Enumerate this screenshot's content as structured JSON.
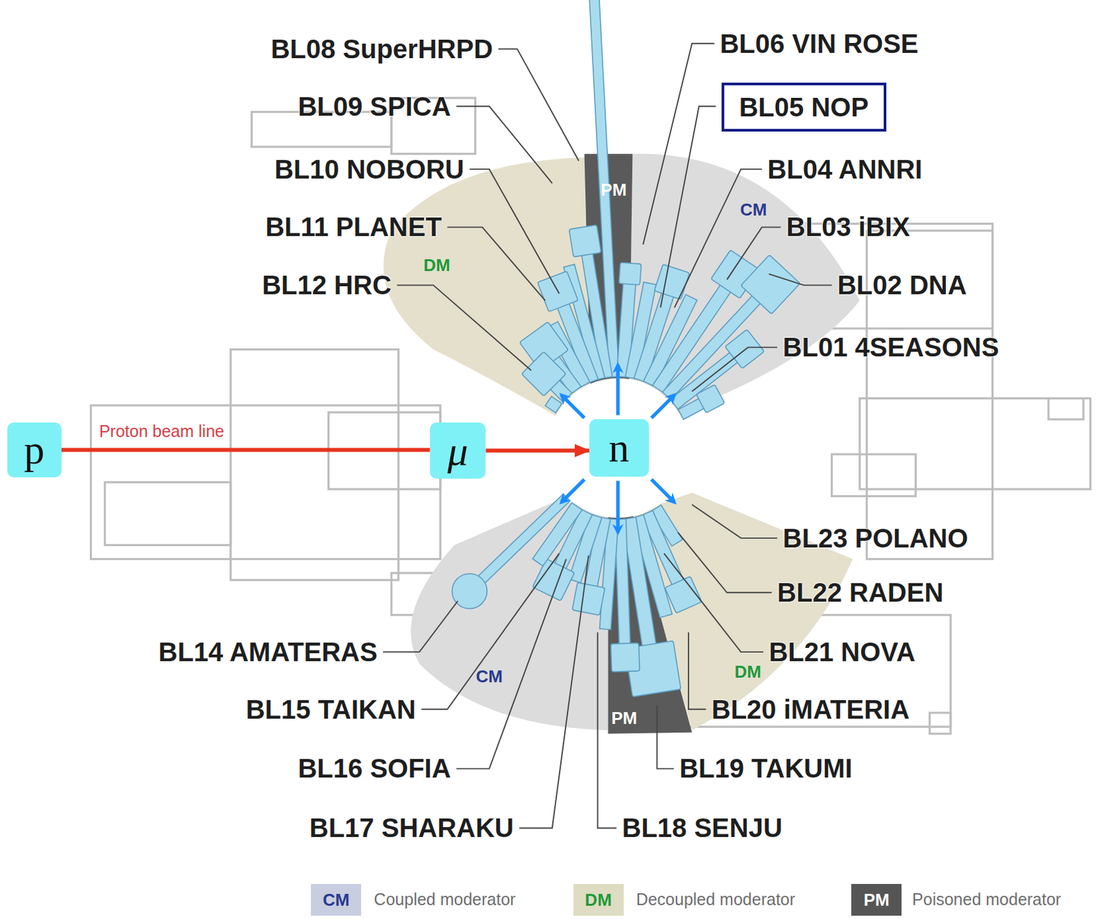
{
  "diagram": {
    "nodes": [
      {
        "text": [
          "BL05 NOP"
        ]
      },
      {
        "text": [
          "p"
        ]
      },
      {
        "text": [
          "μ"
        ]
      },
      {
        "text": [
          "n"
        ]
      }
    ],
    "edges": [
      {
        "from": 1,
        "to": 2,
        "arrow": "none"
      },
      {
        "from": 2,
        "to": 3,
        "arrow": "to"
      }
    ],
    "labels": [
      "BL08 SuperHRPD",
      "BL09 SPICA",
      "BL10 NOBORU",
      "BL11 PLANET",
      "BL12 HRC",
      "BL06 VIN ROSE",
      "BL04 ANNRI",
      "BL03 iBIX",
      "BL02 DNA",
      "BL01 4SEASONS",
      "PM",
      "CM",
      "DM",
      "Proton beam line",
      "BL23 POLANO",
      "BL22 RADEN",
      "BL21 NOVA",
      "BL20 iMATERIA",
      "BL19 TAKUMI",
      "BL18 SENJU",
      "BL17 SHARAKU",
      "BL16 SOFIA",
      "BL15 TAIKAN",
      "BL14 AMATERAS",
      "CM",
      "PM",
      "DM",
      "CM",
      "DM",
      "PM"
    ],
    "legend": [
      {
        "text": "Coupled moderator",
        "color": "#c8cde0"
      },
      {
        "text": "Decoupled moderator",
        "color": "#dedcc2"
      },
      {
        "text": "Poisoned moderator",
        "color": "#555555"
      }
    ]
  }
}
